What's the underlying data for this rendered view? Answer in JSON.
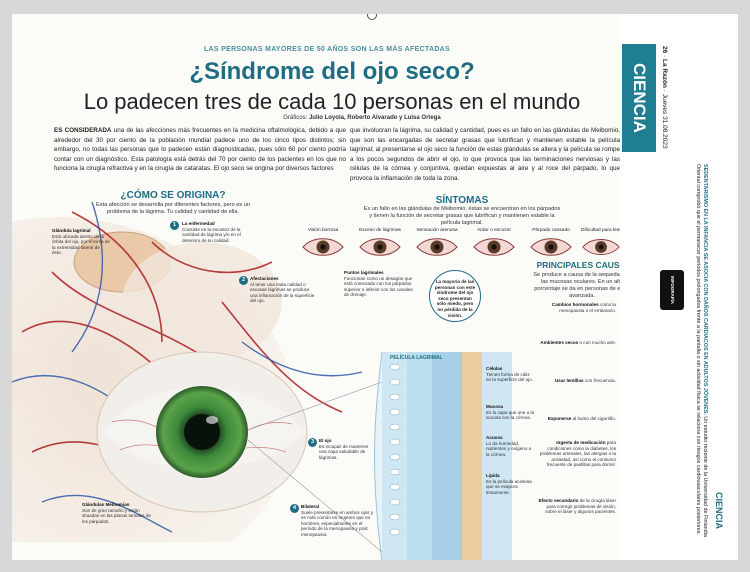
{
  "header": {
    "kicker": "LAS PERSONAS MAYORES DE 50 AÑOS SON LAS MÁS AFECTADAS",
    "title": "¿Síndrome del ojo seco?",
    "subtitle": "Lo padecen tres de cada 10 personas en el mundo",
    "credits_label": "Gráficos:",
    "credits_names": "Julio Loyola, Roberto Alvarado y Luisa Ortega"
  },
  "intro": {
    "lead": "ES CONSIDERADA",
    "left": " una de las afecciones más frecuentes en la medicina oftalmológica, debido a que alrededor del 30 por ciento de la población mundial padece uno de los cinco tipos distintos; sin embargo, no todas las personas que lo padecen están diagnosticadas, pues sólo 60 por ciento podría contar con un diagnóstico. Esta patología está detrás del 70 por ciento de los pacientes en los que no funciona la cirugía refractiva y en la cirugía de cataratas. El ojo seco se origina por diversos factores",
    "right": "que involucran la lágrima, su calidad y cantidad, pues es un fallo en las glándulas de Meibomio, que son las encargadas de secretar grasas que lubrifican y mantienen estable la película lagrimal; al presentarse el ojo seco la función de estas glándulas se altera y la película se rompe a los pocos segundos de abrir el ojo, lo que provoca que las terminaciones nerviosas y las células de la córnea y conjuntiva, quedan expuestas al aire y al roce del párpado, lo que provoca la inflamación de toda la zona."
  },
  "origin": {
    "title": "¿CÓMO SE ORIGINA?",
    "sub": "Esta afección se desarrolla por diferentes factores, pero es un problema de la lágrima. Tu calidad y cantidad de ella.",
    "items": [
      {
        "n": "1",
        "title": "La enfermedad",
        "text": "Consiste en la escasez de la cantidad de lágrima y/o en el deterioro de su calidad."
      },
      {
        "n": "2",
        "title": "Afectaciones",
        "text": "Al tener una mala calidad o escasas lágrimas se produce una inflamación de la superficie del ojo."
      },
      {
        "n": "3",
        "title": "El ojo",
        "text": "Es incapaz de mantener una capa saludable de lágrimas."
      },
      {
        "n": "4",
        "title": "Bilateral",
        "text": "Suele presentarse en ambos ojos y es más común en mujeres que en hombres, especialmente en el período de la menopausia y post menopausia."
      }
    ],
    "gland": {
      "title": "Glándula lagrimal",
      "text": "Está ubicada dentro de la órbita del ojo, por encima de la extremidad lateral de éste."
    },
    "meibom": {
      "title": "Glándulas Meibomian",
      "text": "Son de gran tamaño y están situadas en las placas tarsales de los párpados."
    },
    "puntos": {
      "title": "Puntos lagrimales",
      "text": "Funcionan como un desagüe que está conectado con los párpados superior e inferior con los canales de drenaje."
    }
  },
  "symptoms": {
    "title": "SÍNTOMAS",
    "sub": "Es un fallo en las glándulas de Meibomio, éstas se encuentran en los párpados y tienen la función de secretar grasas que lubrifican y mantienen estable la película lagrimal.",
    "items": [
      "Visión borrosa",
      "Exceso de lágrimas",
      "Sensación arenosa",
      "Ardor o escozor",
      "Párpado cansado",
      "Dificultad para leer"
    ]
  },
  "causes": {
    "title": "PRINCIPALES CAUSAS",
    "sub": "Se produce a causa de la sequedad de las mucosas oculares. En un alto porcentaje se da en personas de edad avanzada.",
    "items": [
      {
        "bold": "Cambios hormonales",
        "text": " como la menopausia o el embarazo."
      },
      {
        "bold": "Ambientes secos",
        "text": " o con mucho aire."
      },
      {
        "bold": "Usar lentillas",
        "text": " con frecuencia."
      },
      {
        "bold": "Exponerse",
        "text": " al humo del cigarrillo."
      },
      {
        "bold": "Ingesta de medicación",
        "text": " para condiciones como la diabetes, los problemas arteriales, las alergias o la ansiedad, así como el consumo frecuente de pastillas para dormir."
      },
      {
        "bold": "Efecto secundario",
        "text": " de la cirugía láser para corregir problemas de visión, sobre el láser y algunos pacientes."
      }
    ]
  },
  "callout": "La mayoría de las personas con este síndrome del ojo seco presentan sólo miedo, pero no pérdida de la visión.",
  "film": {
    "title": "PELÍCULA LAGRIMAL",
    "layers": [
      {
        "title": "Células",
        "text": "Tienen forma de cáliz en la superficie del ojo."
      },
      {
        "title": "Mucosa",
        "text": "Es la capa que une a la acuosa con la córnea."
      },
      {
        "title": "Acuosa",
        "text": "Lo da humedad, nutrientes y oxígeno a la córnea."
      },
      {
        "title": "Lípida",
        "text": "Es la película aceitosa que se evapora lentamente."
      }
    ]
  },
  "strip": {
    "section": "CIENCIA",
    "page_no": "26",
    "paper": "La Razón",
    "date": "Jueves 31.08.2023",
    "infografia": "INFOGRAFÍA",
    "news_headline": "SEDENTARISMO EN LA INFANCIA SE ASOCIA CON DAÑOS CARDIACOS EN ADULTOS JÓVENES.",
    "news_body": "Un estudio reciente de la Universidad de Finlandia Oriental comprobó que el permanecer periodos prolongados frente a la pantalla o sin actividad física se relaciona con riesgos cardiovasculares posteriores.",
    "bottom_section": "CIENCIA"
  },
  "colors": {
    "accent": "#1f6d82",
    "iris": "#3c8a3a",
    "blood": "#b0282a"
  }
}
